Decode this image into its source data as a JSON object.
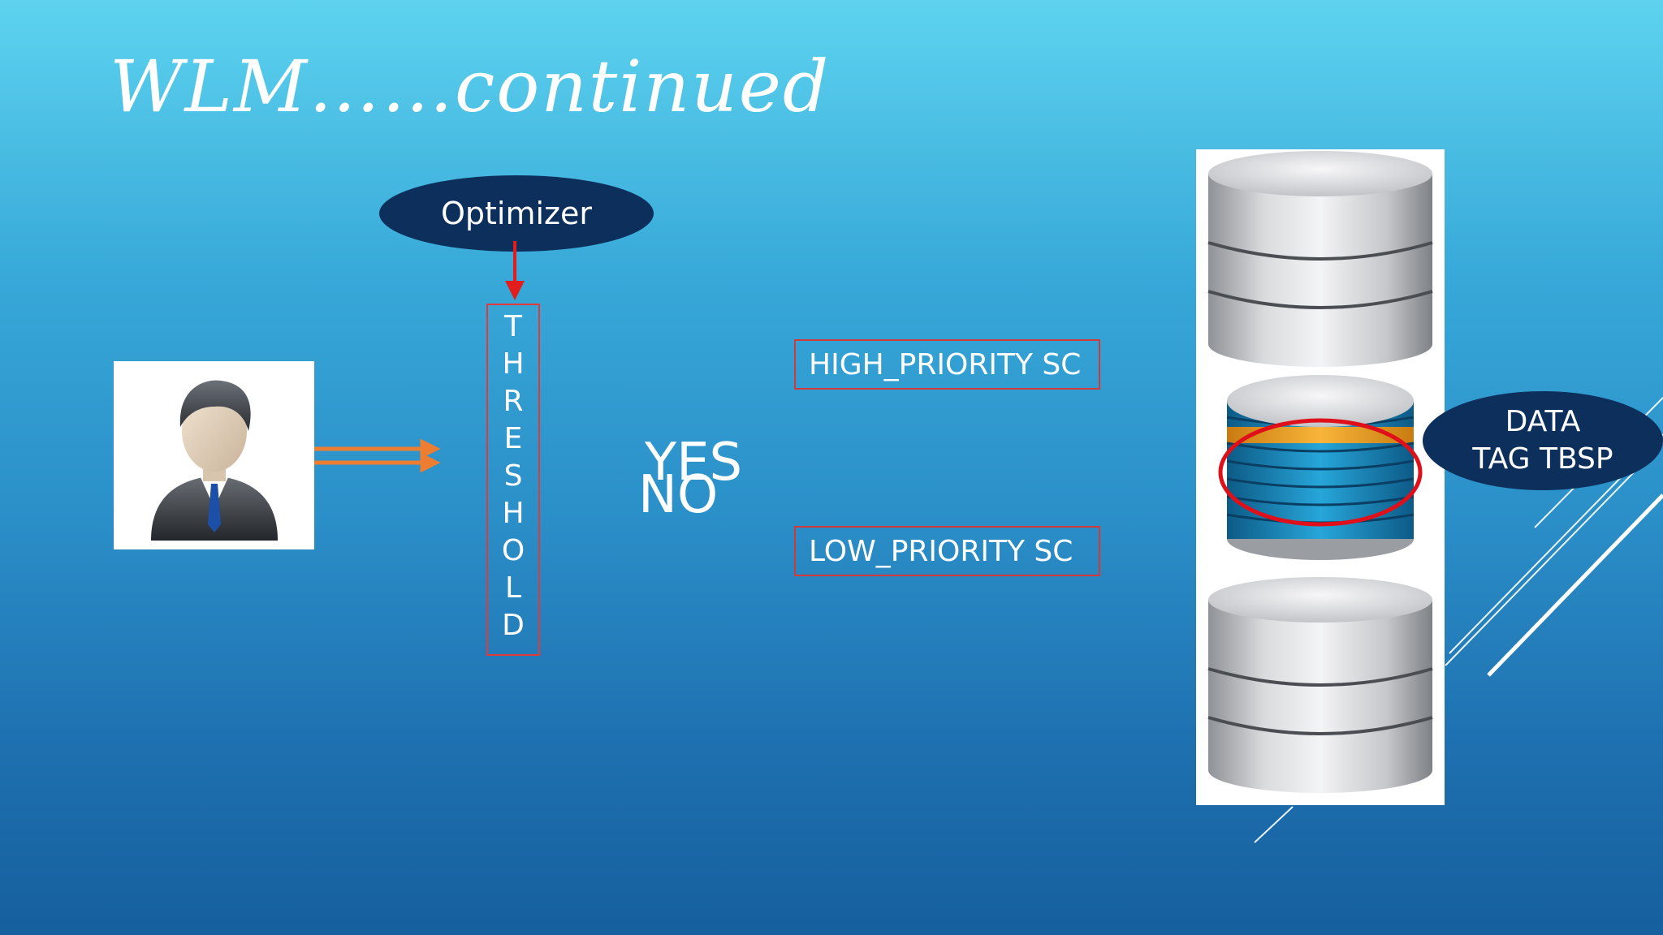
{
  "slide": {
    "title": "WLM……continued",
    "optimizer_label": "Optimizer",
    "threshold_letters": [
      "T",
      "H",
      "R",
      "E",
      "S",
      "H",
      "O",
      "L",
      "D"
    ],
    "decision": {
      "yes": "YES",
      "no": "NO"
    },
    "service_classes": {
      "high": "HIGH_PRIORITY SC",
      "low": "LOW_PRIORITY SC"
    },
    "data_tag": {
      "line1": "DATA",
      "line2": "TAG TBSP"
    }
  },
  "colors": {
    "ellipse_fill": "#0c2f5c",
    "box_border": "#d23a3a",
    "arrow_red": "#e31c1c",
    "arrow_orange": "#ed7d31",
    "highlight_ring": "#e0101a"
  },
  "icons": {
    "user": "businessman-icon",
    "database_top": "database-icon",
    "database_middle": "colored-database-icon",
    "database_bottom": "database-icon"
  }
}
